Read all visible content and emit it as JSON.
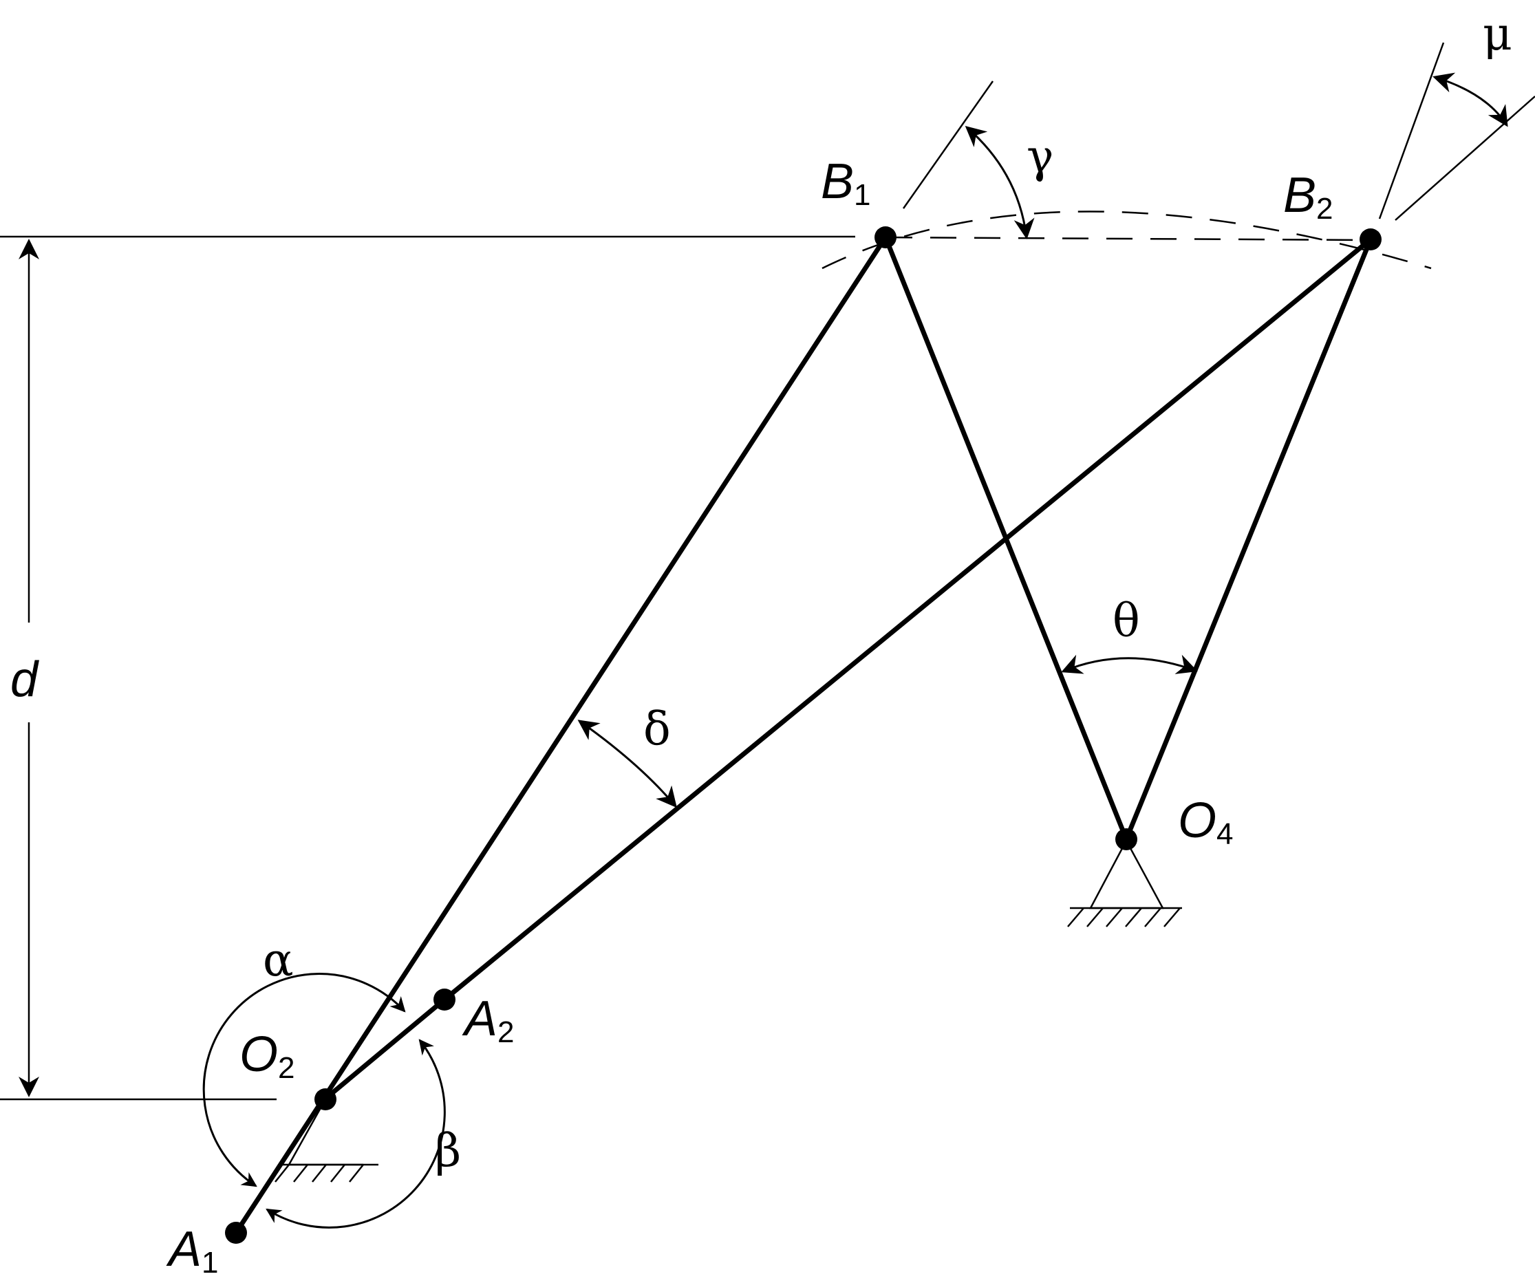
{
  "labels": {
    "B1": {
      "main": "B",
      "sub": "1"
    },
    "B2": {
      "main": "B",
      "sub": "2"
    },
    "A1": {
      "main": "A",
      "sub": "1"
    },
    "A2": {
      "main": "A",
      "sub": "2"
    },
    "O2": {
      "main": "O",
      "sub": "2"
    },
    "O4": {
      "main": "O",
      "sub": "4"
    },
    "d": "d"
  },
  "angles": {
    "alpha": "α",
    "beta": "β",
    "gamma": "γ",
    "delta": "δ",
    "theta": "θ",
    "mu": "μ"
  }
}
